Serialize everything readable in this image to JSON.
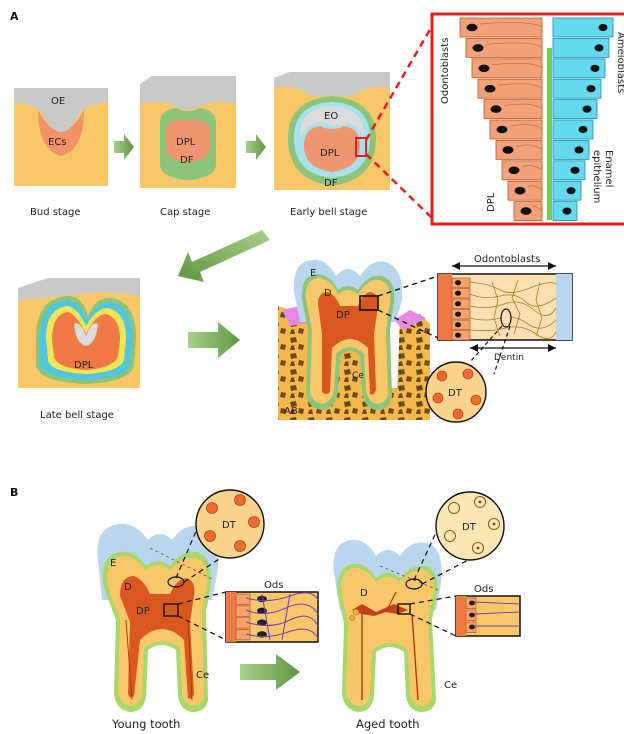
{
  "panel_a": {
    "letter": "A",
    "bud": {
      "oe": "OE",
      "ecs": "ECs",
      "caption": "Bud stage"
    },
    "cap": {
      "dpl": "DPL",
      "df": "DF",
      "caption": "Cap stage"
    },
    "early_bell": {
      "eo": "EO",
      "dpl": "DPL",
      "df": "DF",
      "caption": "Early bell stage"
    },
    "inset": {
      "odontoblasts": "Odontoblasts",
      "ameloblasts": "Ameloblasts",
      "enamel_epithelium": "Enamel epithelium",
      "dpl": "DPL"
    },
    "late_bell": {
      "dpl": "DPL",
      "caption": "Late bell stage"
    },
    "mature": {
      "e": "E",
      "d": "D",
      "dp": "DP",
      "ce": "Ce",
      "ab": "AB",
      "odontoblasts": "Odontoblasts",
      "dentin": "Dentin",
      "dt": "DT"
    }
  },
  "panel_b": {
    "letter": "B",
    "young": {
      "e": "E",
      "d": "D",
      "dp": "DP",
      "ce": "Ce",
      "dt": "DT",
      "ods": "Ods",
      "caption": "Young tooth"
    },
    "aged": {
      "d": "D",
      "ce": "Ce",
      "dt": "DT",
      "ods": "Ods",
      "caption": "Aged tooth"
    }
  },
  "colors": {
    "tissue": "#f7c76a",
    "epithelium": "#c9c9c9",
    "pulp": "#ef8a5e",
    "pulp_dark": "#d9581f",
    "follicle": "#8cc47a",
    "enamel": "#b9d6ee",
    "cyan": "#4fc7de",
    "arrow": "#6ea04a",
    "callout_red": "#e01f1f"
  }
}
